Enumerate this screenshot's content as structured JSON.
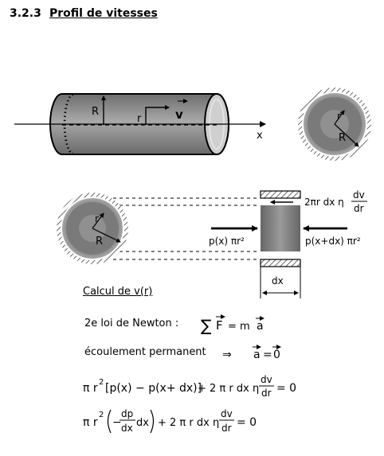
{
  "header": {
    "number": "3.2.3",
    "title": "Profil de vitesses"
  },
  "figure_top": {
    "label_R": "R",
    "label_r": "r",
    "label_v": "v",
    "label_x": "x",
    "cross_section": {
      "label_r": "r",
      "label_R": "R"
    }
  },
  "figure_bottom": {
    "cross_section": {
      "label_r": "r",
      "label_R": "R"
    },
    "shear_label": "2πr dx η",
    "shear_frac_num": "dv",
    "shear_frac_den": "dr",
    "pressure_left": "p(x) πr²",
    "pressure_right": "p(x+dx) πr²",
    "dx_label": "dx"
  },
  "section": {
    "heading": "Calcul de v(r)",
    "newton_label": "2e loi de Newton :",
    "ecoulement_label": "écoulement permanent"
  },
  "equations": {
    "newton": {
      "sum": "∑",
      "F": "F",
      "eq": "= m",
      "a": "a"
    },
    "permanent": {
      "implies": "⇒",
      "a": "a",
      "eq": "=",
      "zero": "0"
    },
    "eq1": {
      "lhs": "π r",
      "pow": "2",
      "bracket": "[p(x) − p(x+ dx)]",
      "plus": "+ 2 π r dx η",
      "num": "dv",
      "den": "dr",
      "rhs": "= 0"
    },
    "eq2": {
      "lhs": "π r",
      "pow": "2",
      "minus": "−",
      "num1": "dp",
      "den1": "dx",
      "dx": "dx",
      "plus": "+ 2 π r dx η",
      "num2": "dv",
      "den2": "dr",
      "rhs": "= 0"
    }
  }
}
